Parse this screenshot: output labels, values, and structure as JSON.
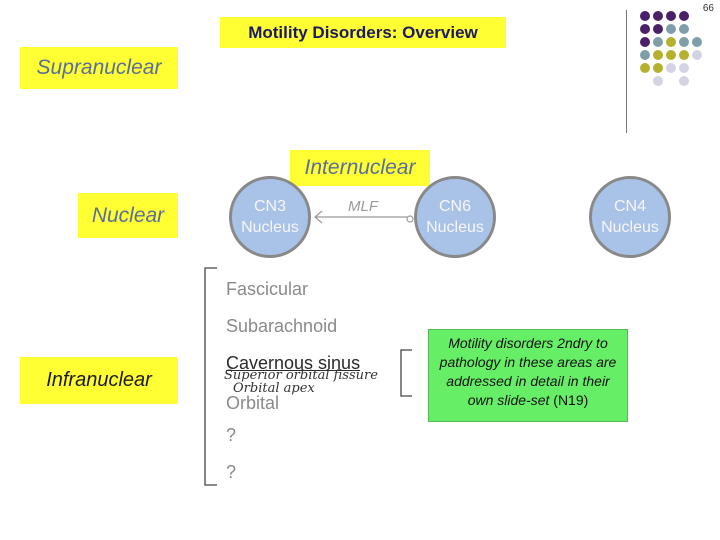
{
  "slide_number": "66",
  "title": "Motility Disorders: Overview",
  "levels": {
    "supranuclear": "Supranuclear",
    "internuclear": "Internuclear",
    "nuclear": "Nuclear",
    "infranuclear": "Infranuclear"
  },
  "nuclei": {
    "cn3": {
      "line1": "CN3",
      "line2": "Nucleus"
    },
    "cn6": {
      "line1": "CN6",
      "line2": "Nucleus"
    },
    "cn4": {
      "line1": "CN4",
      "line2": "Nucleus"
    }
  },
  "mlf_label": "MLF",
  "infranuclear_levels": {
    "fascicular": "Fascicular",
    "subarachnoid": "Subarachnoid",
    "cavernous_sinus": "Cavernous sinus",
    "superior_orbital_fissure": "Superior orbital fissure",
    "orbital_apex": "Orbital apex",
    "orbital": "Orbital",
    "unknown_1": "?",
    "unknown_2": "?"
  },
  "note": {
    "italic": "Motility disorders 2ndry to pathology in these areas are addressed in detail in their own slide-set",
    "ref": " (N19)"
  },
  "colors": {
    "highlight": "#ffff33",
    "circle_fill": "#a9c2e8",
    "note_fill": "#66ee66",
    "dot_purple": "#4a2067",
    "dot_teal": "#7f9fa8",
    "dot_olive": "#b5b12f",
    "dot_lavender": "#d3d3e3"
  },
  "decor_dot_grid": [
    [
      "dot_purple",
      "dot_purple",
      "dot_purple",
      "dot_purple",
      null
    ],
    [
      "dot_purple",
      "dot_purple",
      "dot_teal",
      "dot_teal",
      null
    ],
    [
      "dot_purple",
      "dot_teal",
      "dot_olive",
      "dot_teal",
      "dot_teal"
    ],
    [
      "dot_teal",
      "dot_olive",
      "dot_olive",
      "dot_olive",
      "dot_lavender"
    ],
    [
      "dot_olive",
      "dot_olive",
      "dot_lavender",
      "dot_lavender",
      null
    ],
    [
      null,
      "dot_lavender",
      null,
      "dot_lavender",
      null
    ]
  ]
}
